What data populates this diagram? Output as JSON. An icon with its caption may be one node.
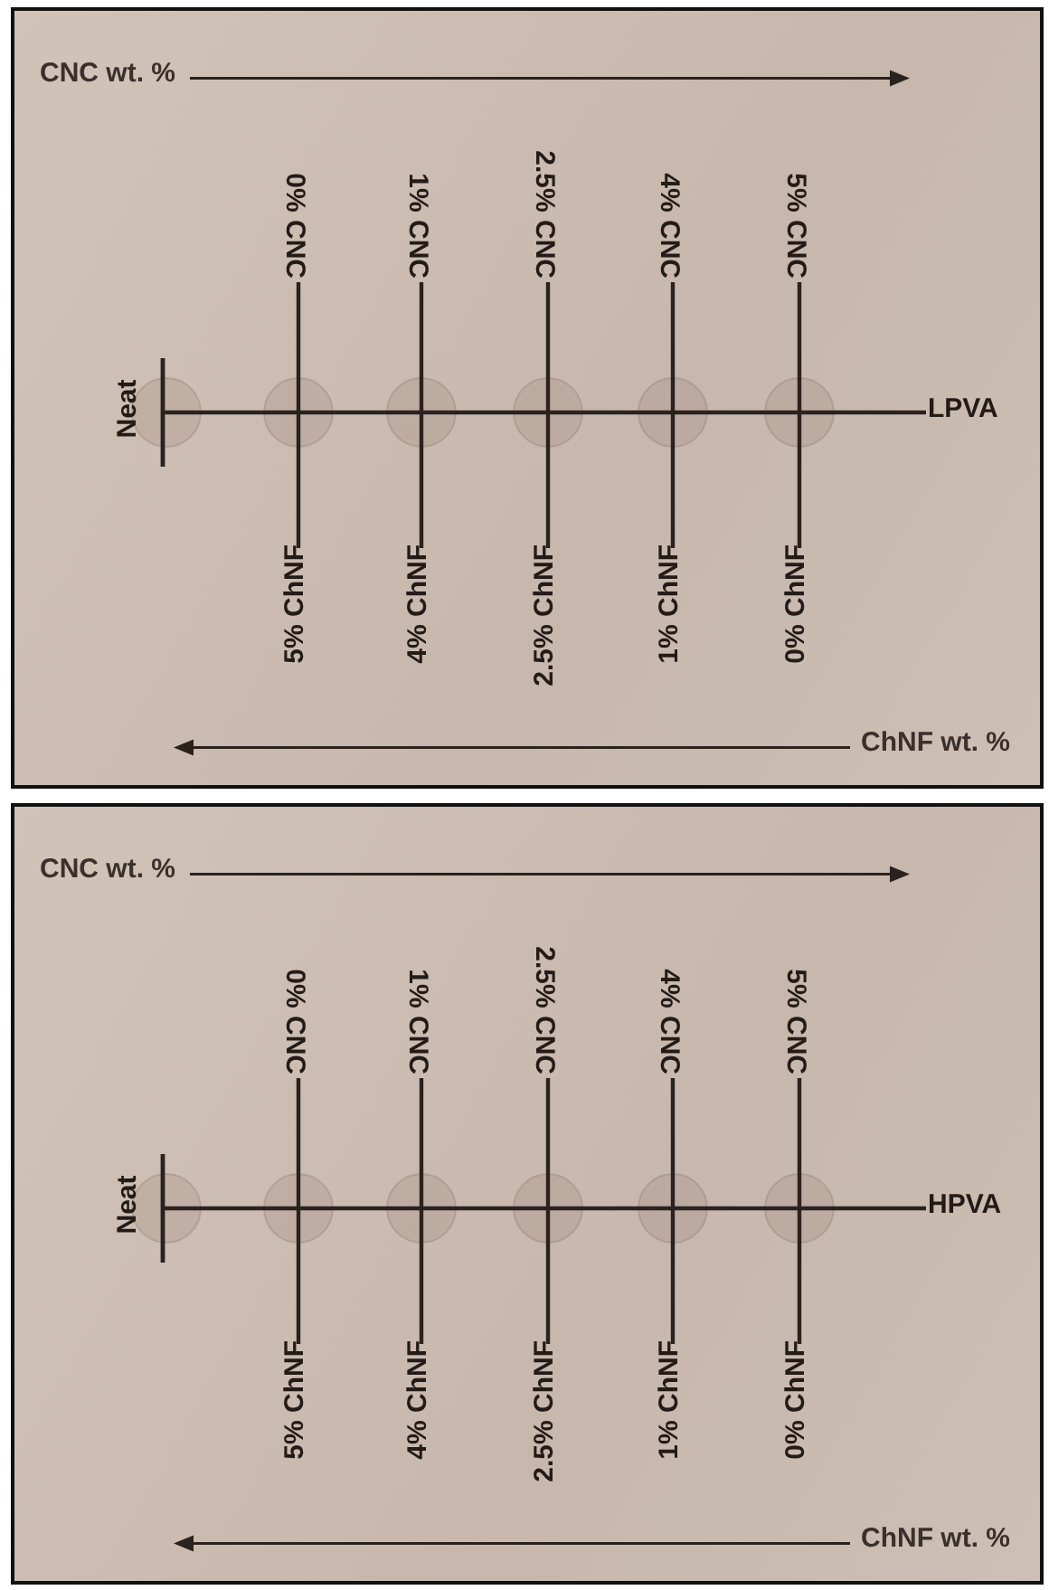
{
  "diagram": {
    "nodes": [
      {
        "text": [],
        "shape": "box"
      },
      {
        "text": [
          "Neat"
        ],
        "in": 0
      },
      {
        "text": [
          "0% CNC"
        ],
        "in": 0
      },
      {
        "text": [
          "1% CNC"
        ],
        "in": 0
      },
      {
        "text": [
          "2.5% CNC"
        ],
        "in": 0
      },
      {
        "text": [
          "4% CNC"
        ],
        "in": 0
      },
      {
        "text": [
          "5% CNC"
        ],
        "in": 0
      },
      {
        "text": [
          "5% ChNF"
        ],
        "in": 0
      },
      {
        "text": [
          "4% ChNF"
        ],
        "in": 0
      },
      {
        "text": [
          "2.5% ChNF"
        ],
        "in": 0
      },
      {
        "text": [
          "1% ChNF"
        ],
        "in": 0
      },
      {
        "text": [
          "0% ChNF"
        ],
        "in": 0
      },
      {
        "text": [
          "LPVA"
        ],
        "in": 0
      },
      {
        "text": [],
        "shape": "box"
      },
      {
        "text": [
          "Neat"
        ],
        "in": 13
      },
      {
        "text": [
          "0% CNC"
        ],
        "in": 13
      },
      {
        "text": [
          "1% CNC"
        ],
        "in": 13
      },
      {
        "text": [
          "2.5% CNC"
        ],
        "in": 13
      },
      {
        "text": [
          "4% CNC"
        ],
        "in": 13
      },
      {
        "text": [
          "5% CNC"
        ],
        "in": 13
      },
      {
        "text": [
          "5% ChNF"
        ],
        "in": 13
      },
      {
        "text": [
          "4% ChNF"
        ],
        "in": 13
      },
      {
        "text": [
          "2.5% ChNF"
        ],
        "in": 13
      },
      {
        "text": [
          "1% ChNF"
        ],
        "in": 13
      },
      {
        "text": [
          "0% ChNF"
        ],
        "in": 13
      },
      {
        "text": [
          "HPVA"
        ],
        "in": 13
      }
    ],
    "edges": [
      {
        "from": 1,
        "to": 12,
        "arrow": "other"
      },
      {
        "from": 2,
        "to": 7,
        "arrow": "none"
      },
      {
        "from": 3,
        "to": 8,
        "arrow": "none"
      },
      {
        "from": 4,
        "to": 9,
        "arrow": "none"
      },
      {
        "from": 5,
        "to": 10,
        "arrow": "none"
      },
      {
        "from": 6,
        "to": 11,
        "arrow": "none"
      },
      {
        "from": 14,
        "to": 25,
        "arrow": "other"
      },
      {
        "from": 15,
        "to": 20,
        "arrow": "none"
      },
      {
        "from": 16,
        "to": 21,
        "arrow": "none"
      },
      {
        "from": 17,
        "to": 22,
        "arrow": "none"
      },
      {
        "from": 18,
        "to": 23,
        "arrow": "none"
      },
      {
        "from": 19,
        "to": 24,
        "arrow": "none"
      }
    ],
    "labels": [
      "CNC wt. %",
      "ChNF wt. %",
      "CNC wt. %",
      "ChNF wt. %"
    ]
  }
}
